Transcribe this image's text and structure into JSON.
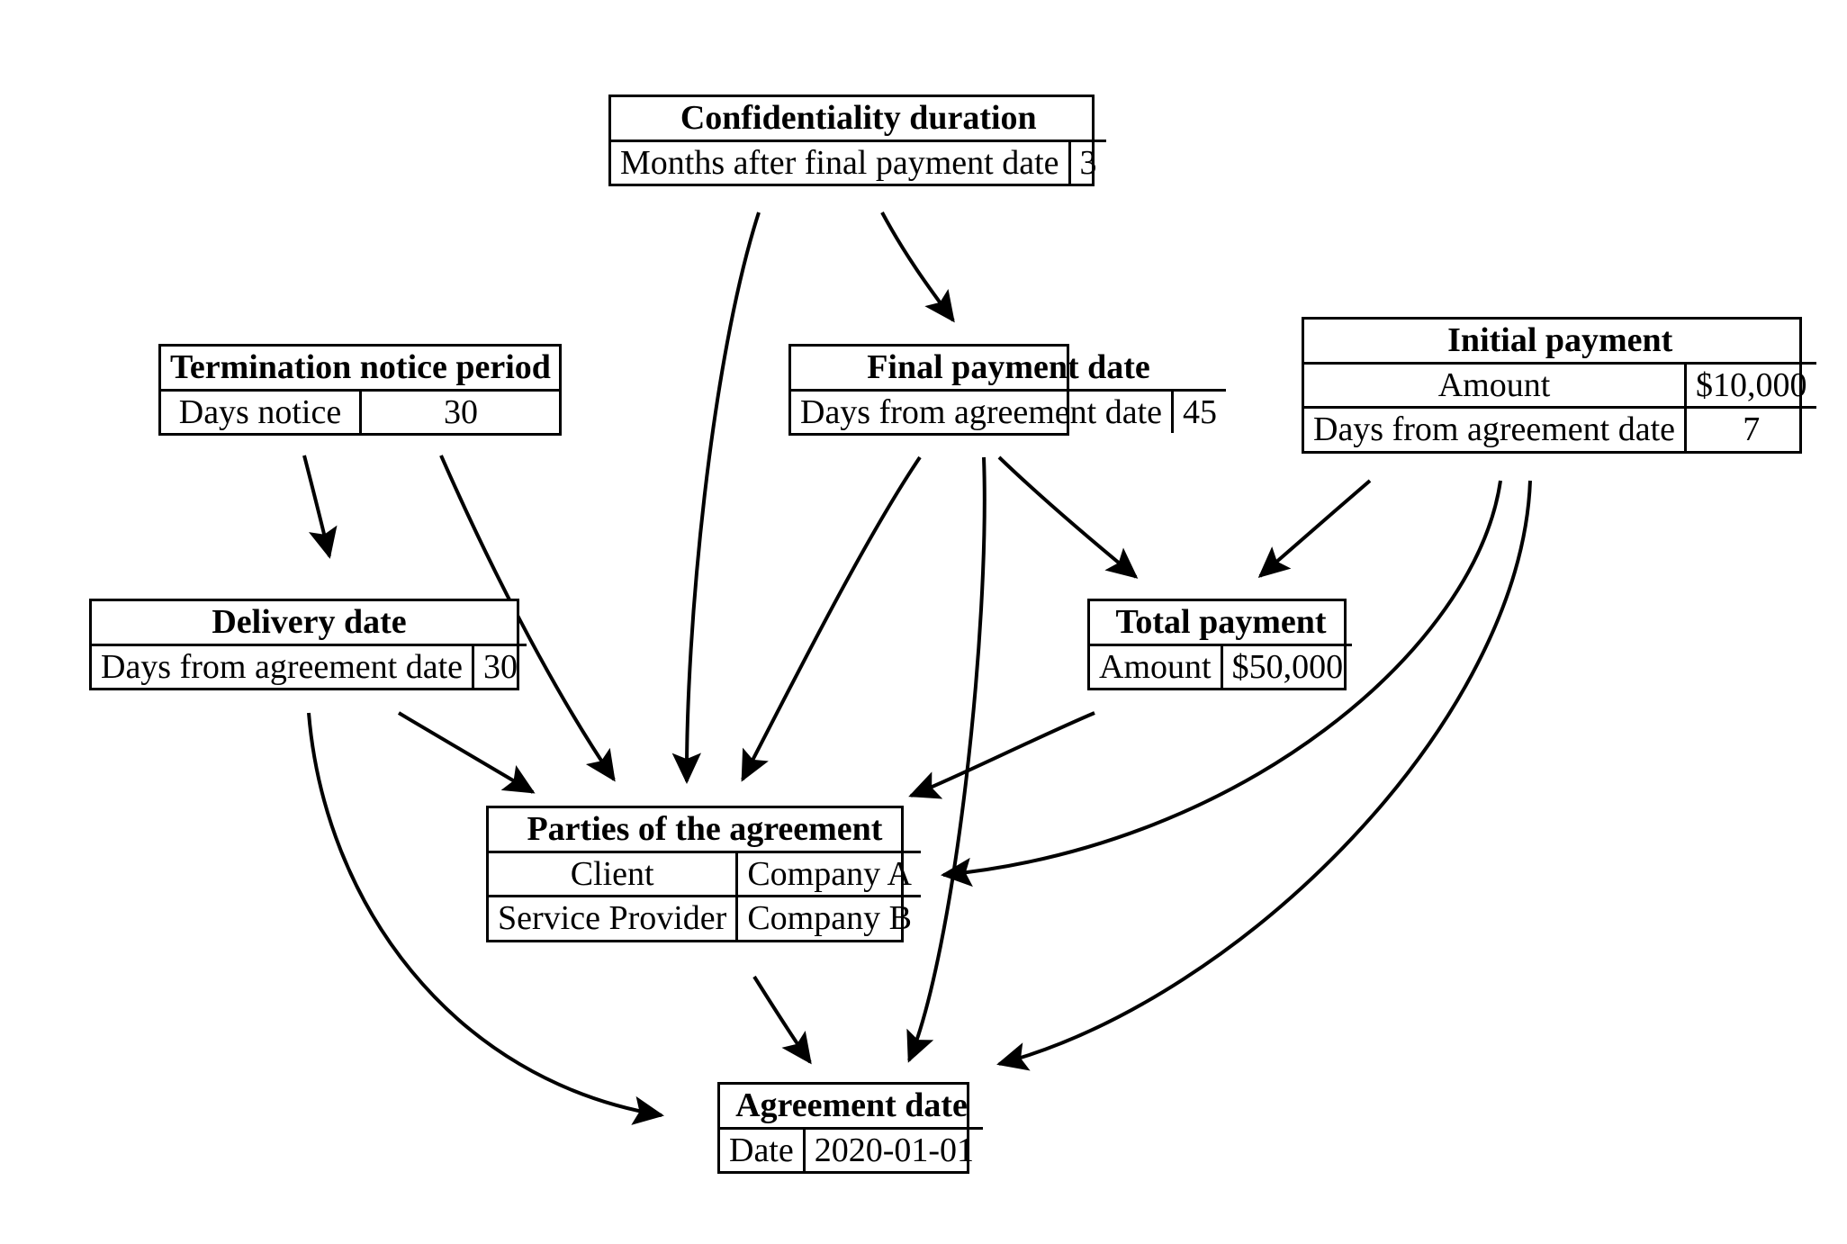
{
  "diagram": {
    "type": "entity-relationship-flow",
    "background": "#ffffff",
    "line_color": "#000000",
    "nodes": [
      {
        "id": "confidentiality_duration",
        "title": "Confidentiality duration",
        "rows": [
          {
            "key": "Months after final payment date",
            "value": "3"
          }
        ]
      },
      {
        "id": "termination_notice_period",
        "title": "Termination notice period",
        "rows": [
          {
            "key": "Days notice",
            "value": "30"
          }
        ]
      },
      {
        "id": "final_payment_date",
        "title": "Final payment date",
        "rows": [
          {
            "key": "Days from agreement date",
            "value": "45"
          }
        ]
      },
      {
        "id": "initial_payment",
        "title": "Initial payment",
        "rows": [
          {
            "key": "Amount",
            "value": "$10,000"
          },
          {
            "key": "Days from agreement date",
            "value": "7"
          }
        ]
      },
      {
        "id": "delivery_date",
        "title": "Delivery date",
        "rows": [
          {
            "key": "Days from agreement date",
            "value": "30"
          }
        ]
      },
      {
        "id": "total_payment",
        "title": "Total payment",
        "rows": [
          {
            "key": "Amount",
            "value": "$50,000"
          }
        ]
      },
      {
        "id": "parties_of_the_agreement",
        "title": "Parties of the agreement",
        "rows": [
          {
            "key": "Client",
            "value": "Company A"
          },
          {
            "key": "Service Provider",
            "value": "Company B"
          }
        ]
      },
      {
        "id": "agreement_date",
        "title": "Agreement date",
        "rows": [
          {
            "key": "Date",
            "value": "2020-01-01"
          }
        ]
      }
    ],
    "edges": [
      {
        "from": "confidentiality_duration",
        "to": "final_payment_date"
      },
      {
        "from": "confidentiality_duration",
        "to": "parties_of_the_agreement"
      },
      {
        "from": "termination_notice_period",
        "to": "delivery_date"
      },
      {
        "from": "termination_notice_period",
        "to": "parties_of_the_agreement"
      },
      {
        "from": "final_payment_date",
        "to": "total_payment"
      },
      {
        "from": "final_payment_date",
        "to": "parties_of_the_agreement"
      },
      {
        "from": "final_payment_date",
        "to": "agreement_date"
      },
      {
        "from": "initial_payment",
        "to": "total_payment"
      },
      {
        "from": "initial_payment",
        "to": "agreement_date"
      },
      {
        "from": "initial_payment",
        "to": "parties_of_the_agreement"
      },
      {
        "from": "delivery_date",
        "to": "parties_of_the_agreement"
      },
      {
        "from": "delivery_date",
        "to": "agreement_date"
      },
      {
        "from": "total_payment",
        "to": "parties_of_the_agreement"
      },
      {
        "from": "parties_of_the_agreement",
        "to": "agreement_date"
      }
    ]
  }
}
